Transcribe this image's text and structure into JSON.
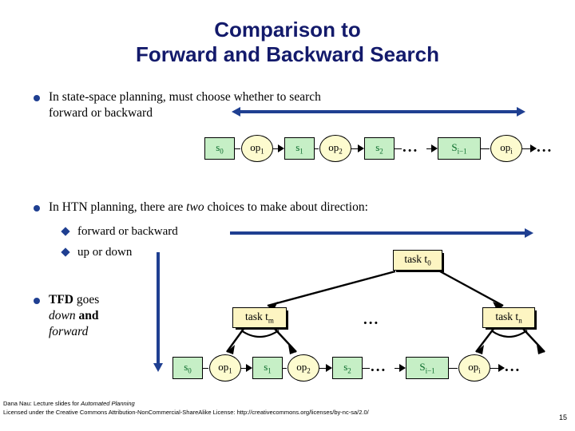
{
  "slide": {
    "title_line1": "Comparison to",
    "title_line2": "Forward and Backward Search",
    "page_number": "15",
    "accent_blue": "#1f3f91",
    "title_color": "#131a6b",
    "state_fill": "#c6efc6",
    "op_fill": "#fdfbcf",
    "task_fill": "#fdf5c2"
  },
  "bullets": {
    "b1_line1": "In state-space planning, must choose whether to search",
    "b1_line2": "forward or backward",
    "b2_pre": "In HTN planning, there are ",
    "b2_em": "two",
    "b2_post": " choices to make about direction:",
    "sub1": "forward or backward",
    "sub2": "up or down",
    "b3_pre": "TFD",
    "b3_goes": " goes ",
    "b3_down": "down",
    "b3_and": " and ",
    "b3_forward": "forward"
  },
  "chain_top": {
    "nodes": [
      {
        "kind": "state",
        "label": "s",
        "sub": "0"
      },
      {
        "kind": "op",
        "label": "op",
        "sub": "1"
      },
      {
        "kind": "state",
        "label": "s",
        "sub": "1"
      },
      {
        "kind": "op",
        "label": "op",
        "sub": "2"
      },
      {
        "kind": "state",
        "label": "s",
        "sub": "2"
      },
      {
        "kind": "dots",
        "label": "..."
      },
      {
        "kind": "state",
        "label": "S",
        "sub": "i−1"
      },
      {
        "kind": "op",
        "label": "op",
        "sub": "i"
      },
      {
        "kind": "dots",
        "label": "..."
      }
    ]
  },
  "chain_bottom": {
    "nodes": [
      {
        "kind": "state",
        "label": "s",
        "sub": "0"
      },
      {
        "kind": "op",
        "label": "op",
        "sub": "1"
      },
      {
        "kind": "state",
        "label": "s",
        "sub": "1"
      },
      {
        "kind": "op",
        "label": "op",
        "sub": "2"
      },
      {
        "kind": "state",
        "label": "s",
        "sub": "2"
      },
      {
        "kind": "dots",
        "label": "..."
      },
      {
        "kind": "state",
        "label": "S",
        "sub": "i−1"
      },
      {
        "kind": "op",
        "label": "op",
        "sub": "i"
      },
      {
        "kind": "dots",
        "label": "..."
      }
    ]
  },
  "tree": {
    "root_pre": "task t",
    "root_sub": "0",
    "child_left_pre": "task t",
    "child_left_sub": "m",
    "child_right_pre": "task t",
    "child_right_sub": "n",
    "middle_dots": "..."
  },
  "footer": {
    "line1_pre": "Dana Nau: Lecture slides for ",
    "line1_em": "Automated Planning",
    "line2": "Licensed under the Creative Commons Attribution-NonCommercial-ShareAlike License: http://creativecommons.org/licenses/by-nc-sa/2.0/"
  }
}
